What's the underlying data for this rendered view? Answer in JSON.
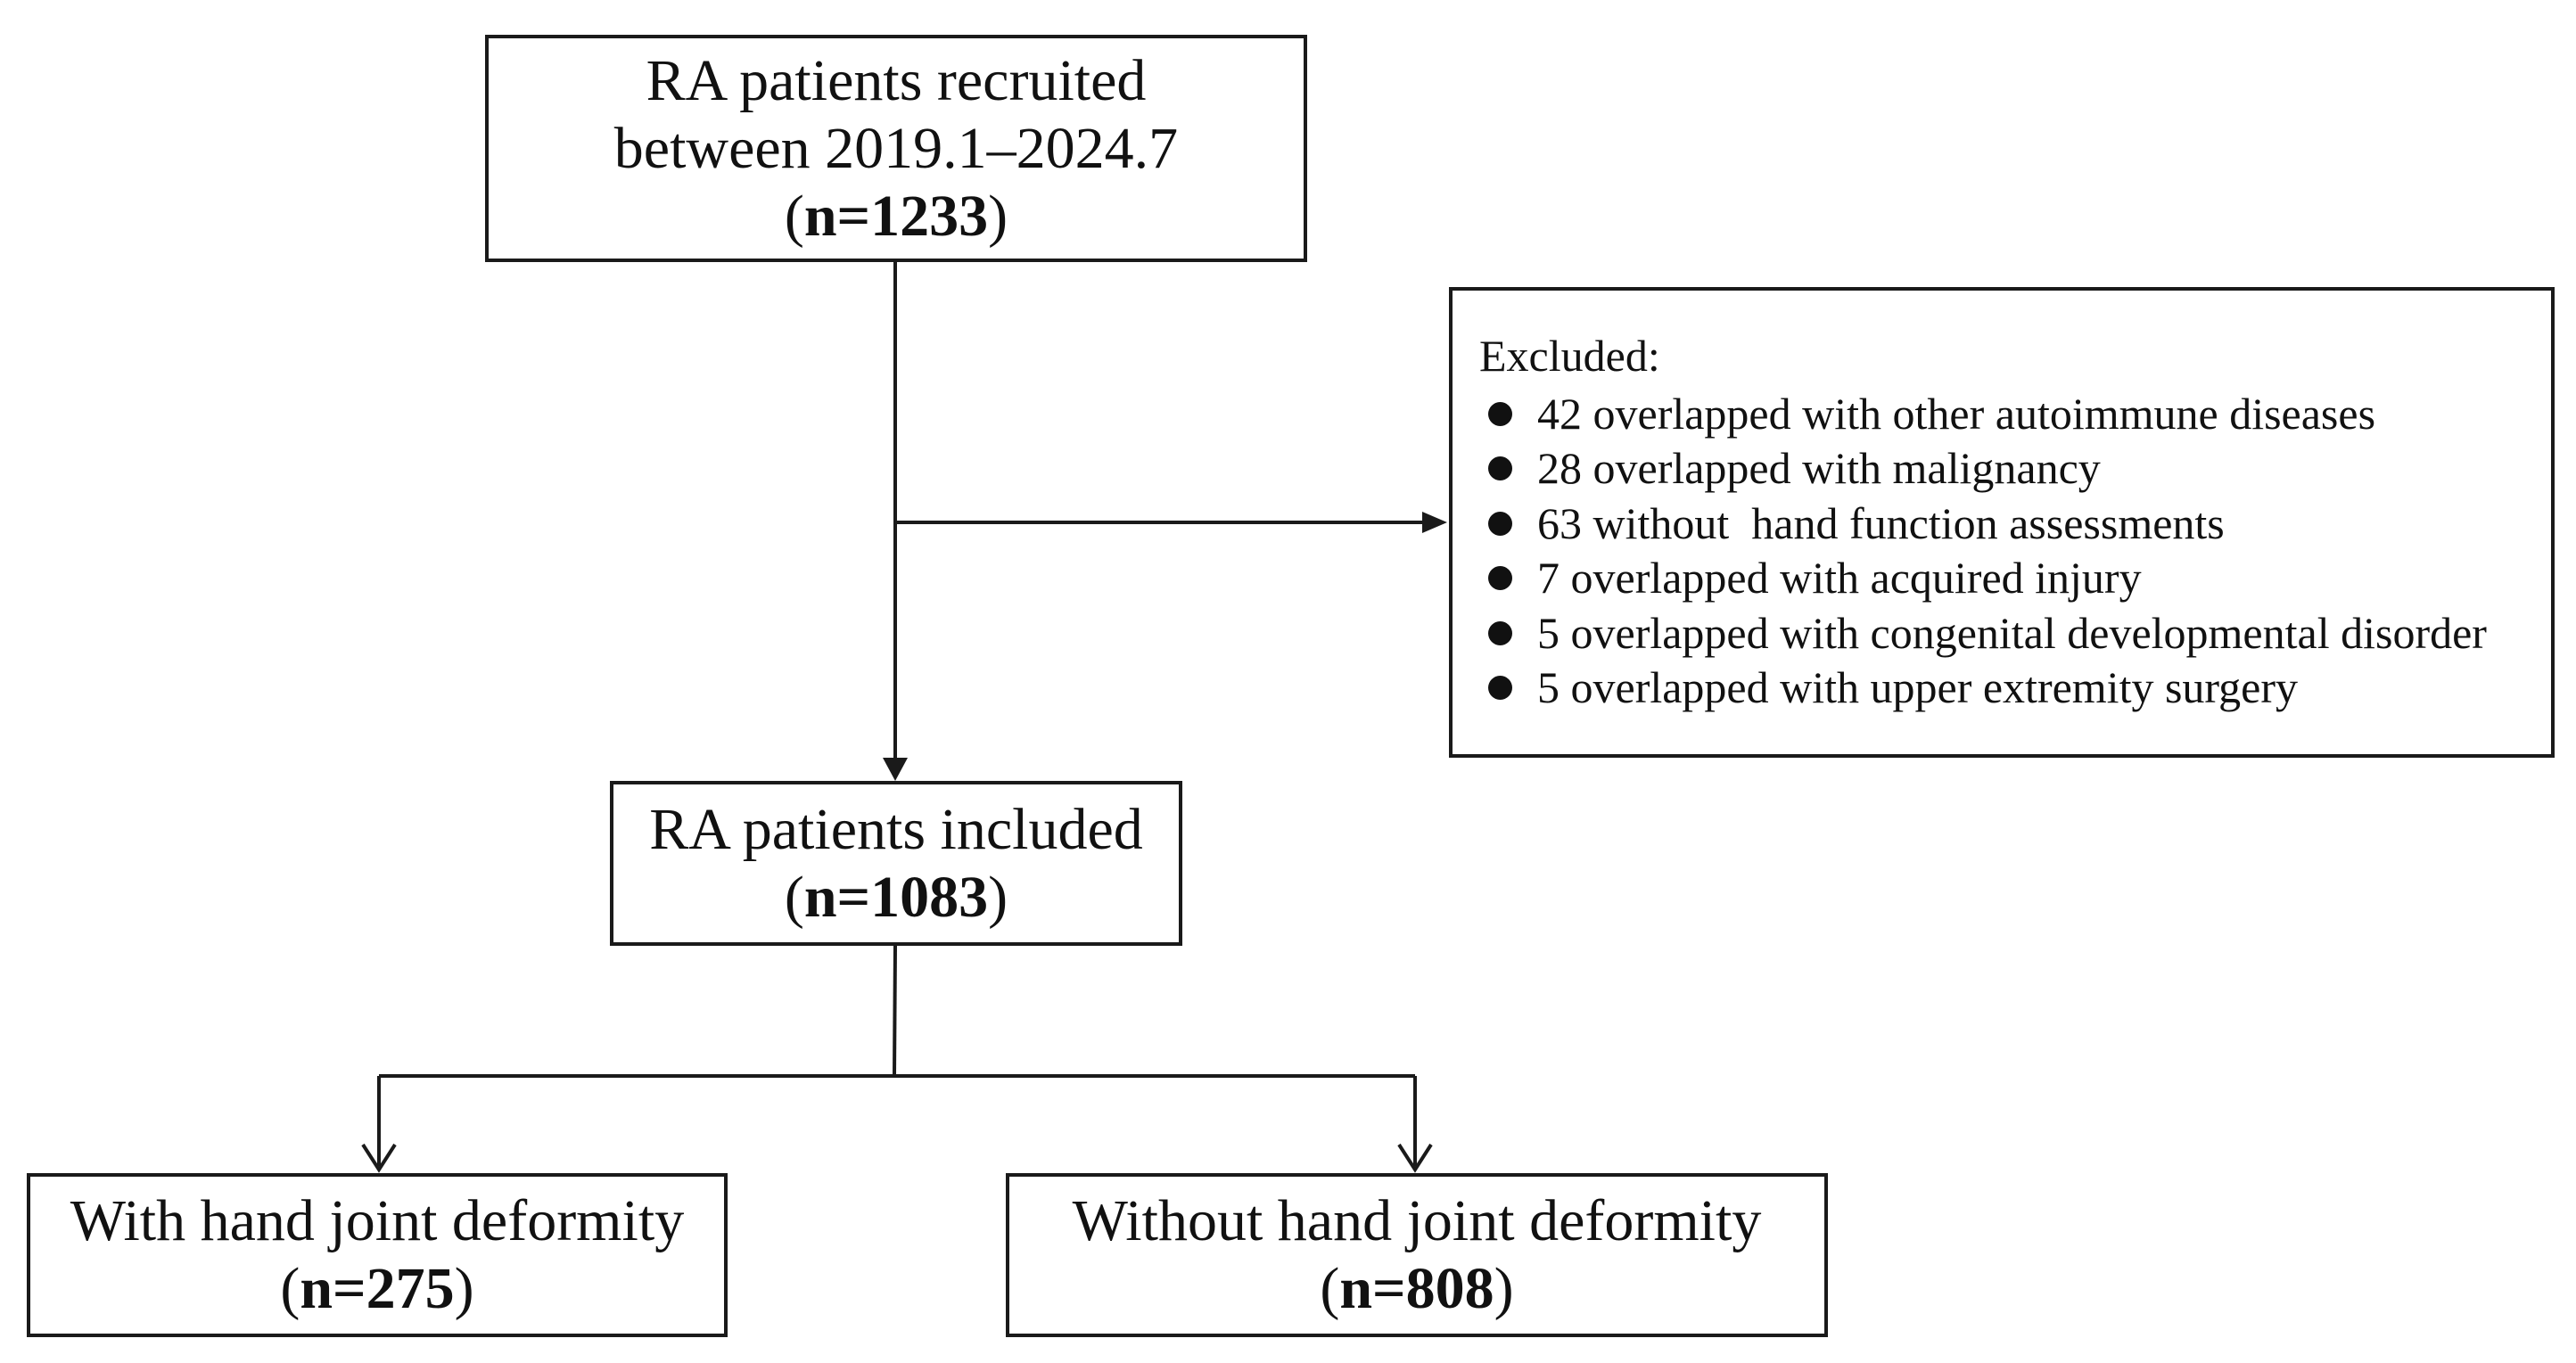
{
  "recruited": {
    "line1": "RA patients recruited",
    "line2": "between 2019.1–2024.7",
    "count": "n=1233"
  },
  "excluded": {
    "title": "Excluded:",
    "items": [
      "42 overlapped with other autoimmune diseases",
      "28 overlapped with malignancy",
      "63 without  hand function assessments",
      "7 overlapped with acquired injury",
      "5 overlapped with congenital developmental disorder",
      "5 overlapped with upper extremity surgery"
    ]
  },
  "included": {
    "line1": "RA patients included",
    "count": "n=1083"
  },
  "with_deformity": {
    "line1": "With hand joint deformity",
    "count": "n=275"
  },
  "without_deformity": {
    "line1": "Without hand joint deformity",
    "count": "n=808"
  }
}
